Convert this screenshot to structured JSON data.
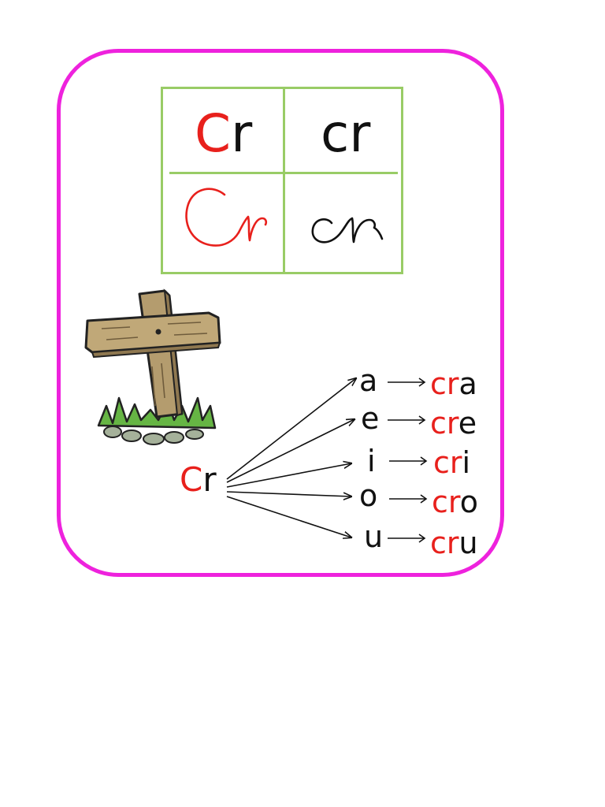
{
  "grid": {
    "print_upper": {
      "red": "C",
      "black": "r"
    },
    "print_lower": "cr"
  },
  "root": {
    "red": "C",
    "black": "r"
  },
  "rows": [
    {
      "vowel": "a",
      "syllable_red": "cr",
      "syllable_black": "a"
    },
    {
      "vowel": "e",
      "syllable_red": "cr",
      "syllable_black": "e"
    },
    {
      "vowel": "i",
      "syllable_red": "cr",
      "syllable_black": "i"
    },
    {
      "vowel": "o",
      "syllable_red": "cr",
      "syllable_black": "o"
    },
    {
      "vowel": "u",
      "syllable_red": "cr",
      "syllable_black": "u"
    }
  ],
  "colors": {
    "frame": "#ee22dd",
    "grid": "#99cc66",
    "accent": "#e8201c",
    "text": "#111111"
  },
  "icons": {
    "illustration": "wooden-cross-icon",
    "arrow": "arrow-right-icon"
  }
}
